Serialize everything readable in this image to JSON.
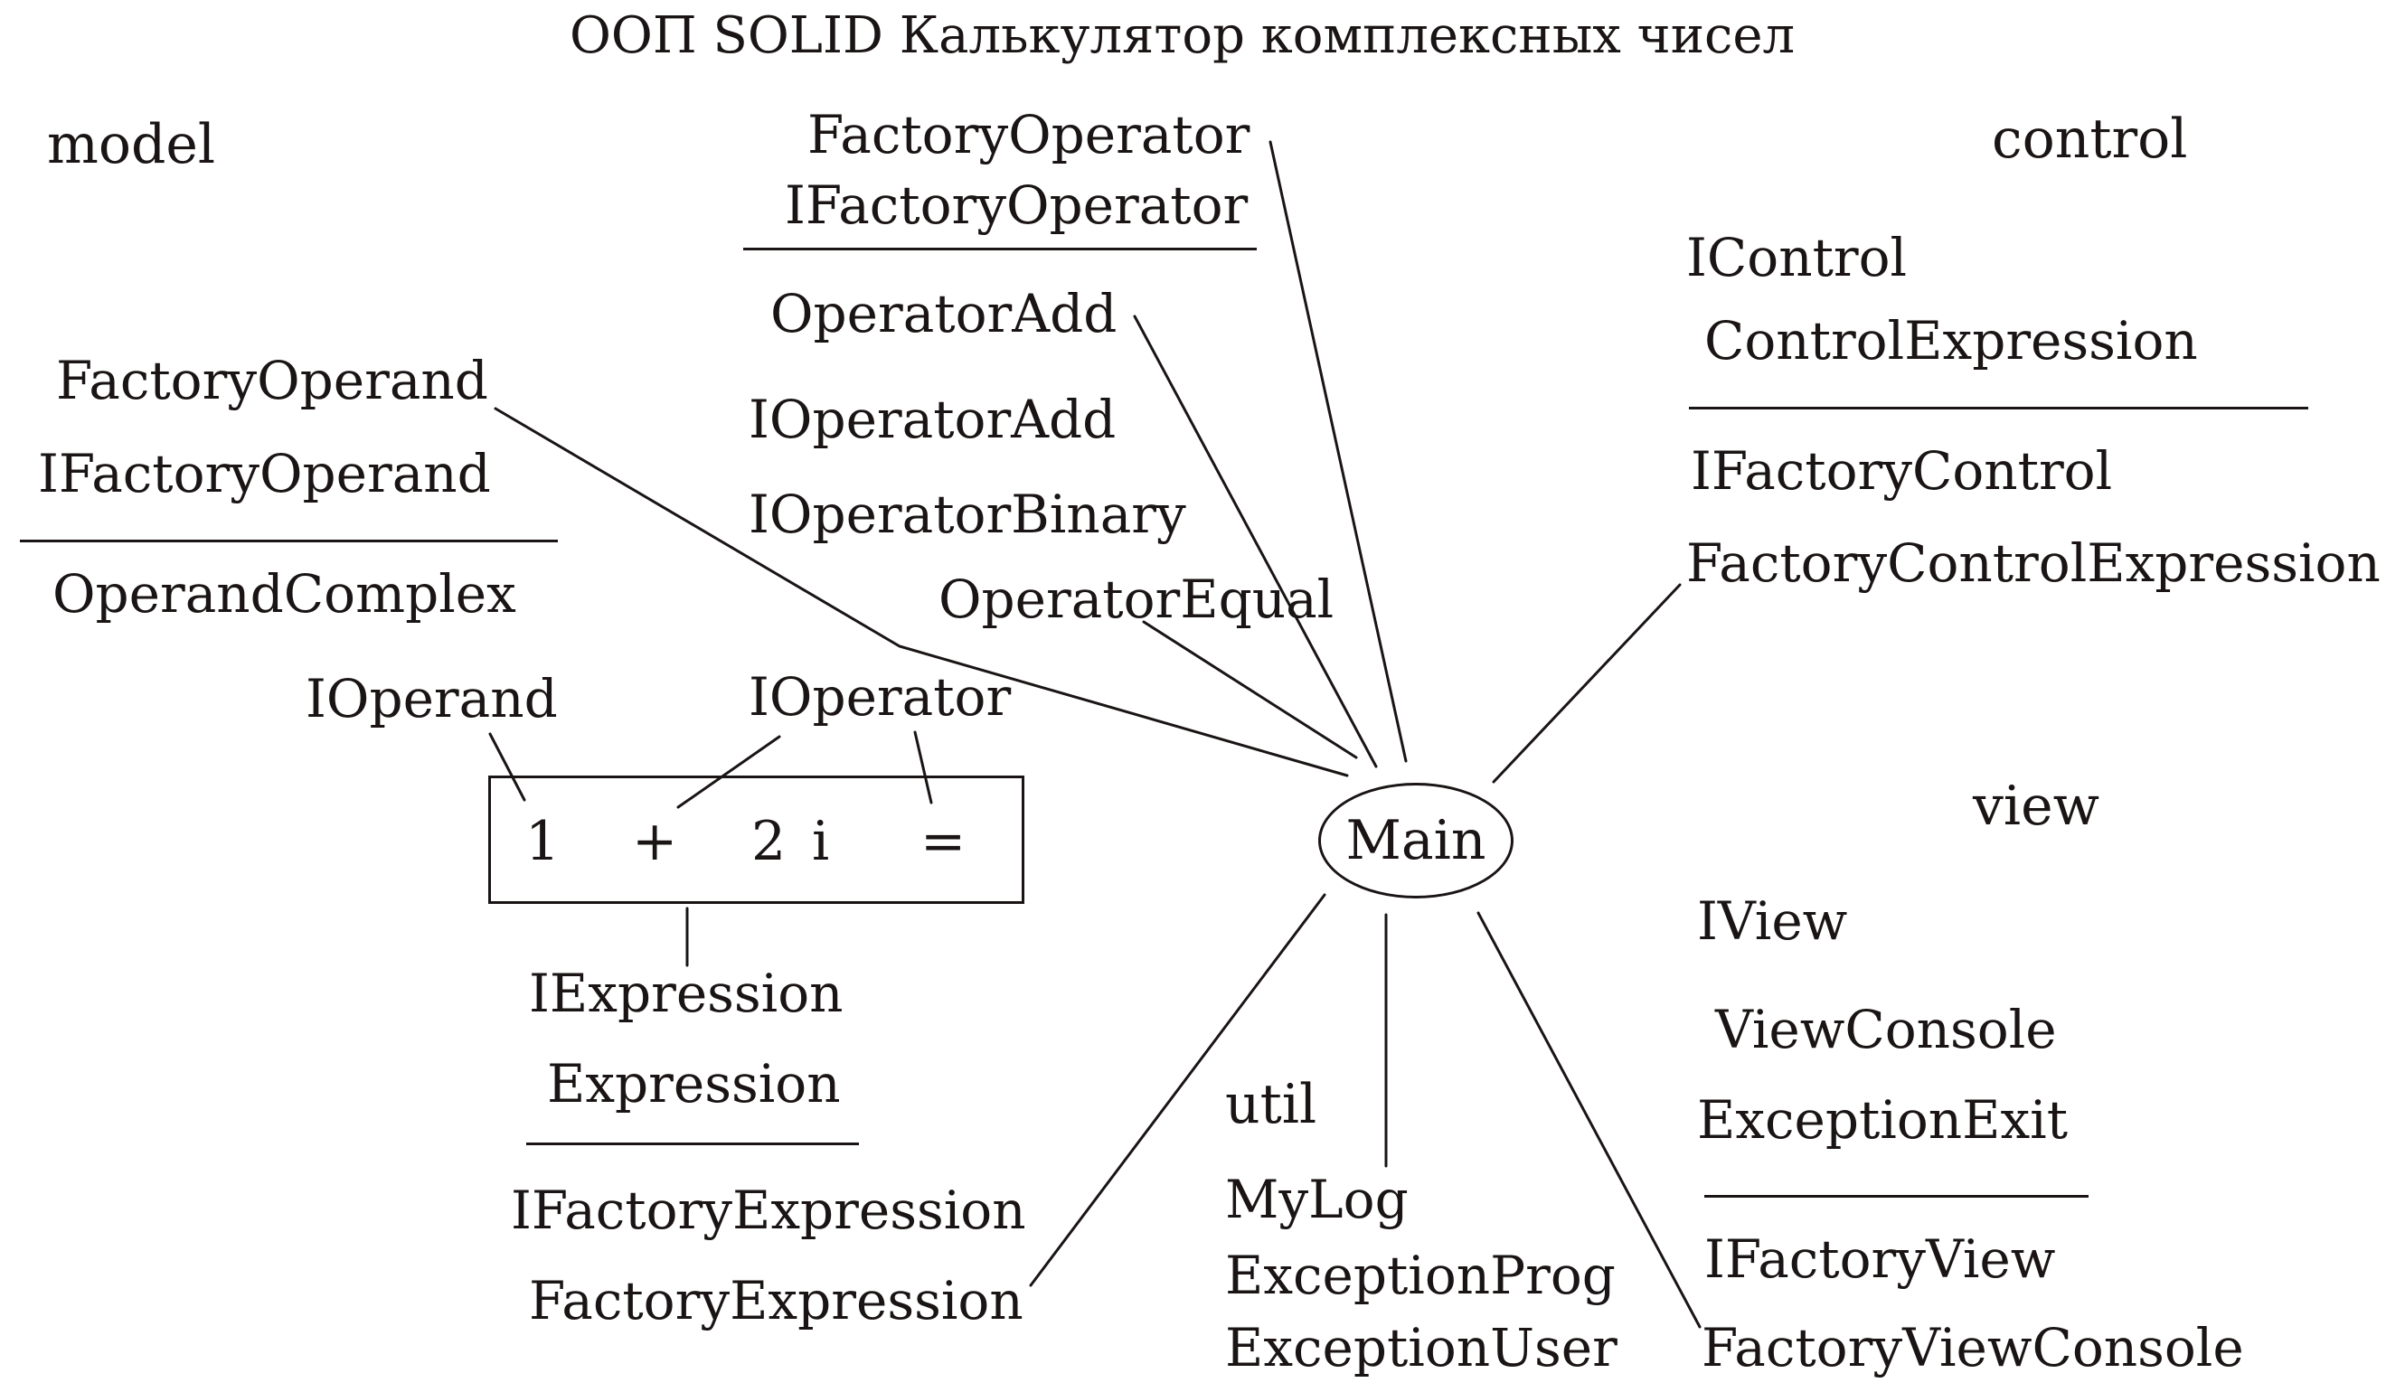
{
  "title": "ООП SOLID Калькулятор комплексных чисел",
  "main_node": {
    "label": "Main"
  },
  "model": {
    "label": "model",
    "factory_operand": "FactoryOperand",
    "ifactory_operand": "IFactoryOperand",
    "operand_complex": "OperandComplex",
    "ioperand": "IOperand",
    "ioperator": "IOperator",
    "expression_tokens": [
      "1",
      "+",
      "2",
      "i",
      "="
    ],
    "iexpression": "IExpression",
    "expression": "Expression",
    "ifactory_expression": "IFactoryExpression",
    "factory_expression": "FactoryExpression"
  },
  "operators": {
    "factory_operator": "FactoryOperator",
    "ifactory_operator": "IFactoryOperator",
    "operator_add": "OperatorAdd",
    "ioperator_add": "IOperatorAdd",
    "ioperator_binary": "IOperatorBinary",
    "operator_equal": "OperatorEqual"
  },
  "control": {
    "label": "control",
    "icontrol": "IControl",
    "control_expression": "ControlExpression",
    "ifactory_control": "IFactoryControl",
    "factory_control_expression": "FactoryControlExpression"
  },
  "view": {
    "label": "view",
    "iview": "IView",
    "view_console": "ViewConsole",
    "exception_exit": "ExceptionExit",
    "ifactory_view": "IFactoryView",
    "factory_view_console": "FactoryViewConsole"
  },
  "util": {
    "label": "util",
    "mylog": "MyLog",
    "exception_prog": "ExceptionProg",
    "exception_user": "ExceptionUser"
  },
  "colors": {
    "ink": "#1a1414",
    "background": "#ffffff"
  }
}
